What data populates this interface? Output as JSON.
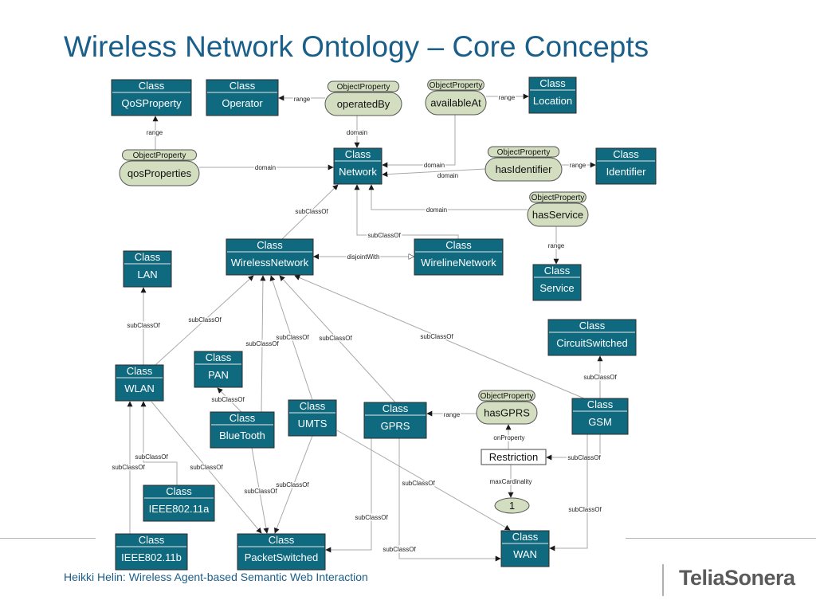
{
  "slide": {
    "title": "Wireless Network Ontology – Core Concepts",
    "footer": "Heikki Helin: Wireless Agent-based Semantic Web Interaction",
    "logo": "TeliaSonera"
  },
  "diagram": {
    "nodes": [
      {
        "id": "QoSProperty",
        "kind": "class",
        "header": "Class",
        "label": "QoSProperty"
      },
      {
        "id": "Operator",
        "kind": "class",
        "header": "Class",
        "label": "Operator"
      },
      {
        "id": "operatedBy",
        "kind": "objectproperty",
        "header": "ObjectProperty",
        "label": "operatedBy"
      },
      {
        "id": "availableAt",
        "kind": "objectproperty",
        "header": "ObjectProperty",
        "label": "availableAt"
      },
      {
        "id": "Location",
        "kind": "class",
        "header": "Class",
        "label": "Location"
      },
      {
        "id": "qosProperties",
        "kind": "objectproperty",
        "header": "ObjectProperty",
        "label": "qosProperties"
      },
      {
        "id": "Network",
        "kind": "class",
        "header": "Class",
        "label": "Network"
      },
      {
        "id": "hasIdentifier",
        "kind": "objectproperty",
        "header": "ObjectProperty",
        "label": "hasIdentifier"
      },
      {
        "id": "Identifier",
        "kind": "class",
        "header": "Class",
        "label": "Identifier"
      },
      {
        "id": "hasService",
        "kind": "objectproperty",
        "header": "ObjectProperty",
        "label": "hasService"
      },
      {
        "id": "WirelessNetwork",
        "kind": "class",
        "header": "Class",
        "label": "WirelessNetwork"
      },
      {
        "id": "WirelineNetwork",
        "kind": "class",
        "header": "Class",
        "label": "WirelineNetwork"
      },
      {
        "id": "LAN",
        "kind": "class",
        "header": "Class",
        "label": "LAN"
      },
      {
        "id": "Service",
        "kind": "class",
        "header": "Class",
        "label": "Service"
      },
      {
        "id": "CircuitSwitched",
        "kind": "class",
        "header": "Class",
        "label": "CircuitSwitched"
      },
      {
        "id": "WLAN",
        "kind": "class",
        "header": "Class",
        "label": "WLAN"
      },
      {
        "id": "PAN",
        "kind": "class",
        "header": "Class",
        "label": "PAN"
      },
      {
        "id": "BlueTooth",
        "kind": "class",
        "header": "Class",
        "label": "BlueTooth"
      },
      {
        "id": "UMTS",
        "kind": "class",
        "header": "Class",
        "label": "UMTS"
      },
      {
        "id": "GPRS",
        "kind": "class",
        "header": "Class",
        "label": "GPRS"
      },
      {
        "id": "hasGPRS",
        "kind": "objectproperty",
        "header": "ObjectProperty",
        "label": "hasGPRS"
      },
      {
        "id": "GSM",
        "kind": "class",
        "header": "Class",
        "label": "GSM"
      },
      {
        "id": "Restriction",
        "kind": "restriction",
        "label": "Restriction"
      },
      {
        "id": "Card1",
        "kind": "literal",
        "label": "1"
      },
      {
        "id": "IEEE80211a",
        "kind": "class",
        "header": "Class",
        "label": "IEEE802.11a"
      },
      {
        "id": "IEEE80211b",
        "kind": "class",
        "header": "Class",
        "label": "IEEE802.11b"
      },
      {
        "id": "PacketSwitched",
        "kind": "class",
        "header": "Class",
        "label": "PacketSwitched"
      },
      {
        "id": "WAN",
        "kind": "class",
        "header": "Class",
        "label": "WAN"
      }
    ],
    "edges": [
      {
        "from": "qosProperties",
        "to": "QoSProperty",
        "label": "range"
      },
      {
        "from": "operatedBy",
        "to": "Operator",
        "label": "range"
      },
      {
        "from": "availableAt",
        "to": "Location",
        "label": "range"
      },
      {
        "from": "operatedBy",
        "to": "Network",
        "label": "domain"
      },
      {
        "from": "qosProperties",
        "to": "Network",
        "label": "domain"
      },
      {
        "from": "availableAt",
        "to": "Network",
        "label": "domain"
      },
      {
        "from": "hasIdentifier",
        "to": "Network",
        "label": "domain"
      },
      {
        "from": "hasIdentifier",
        "to": "Identifier",
        "label": "range"
      },
      {
        "from": "hasService",
        "to": "Network",
        "label": "domain"
      },
      {
        "from": "hasService",
        "to": "Service",
        "label": "range"
      },
      {
        "from": "WirelessNetwork",
        "to": "Network",
        "label": "subClassOf"
      },
      {
        "from": "WirelineNetwork",
        "to": "Network",
        "label": "subClassOf"
      },
      {
        "from": "WirelessNetwork",
        "to": "WirelineNetwork",
        "label": "disjointWith"
      },
      {
        "from": "WLAN",
        "to": "LAN",
        "label": "subClassOf"
      },
      {
        "from": "WLAN",
        "to": "WirelessNetwork",
        "label": "subClassOf"
      },
      {
        "from": "BlueTooth",
        "to": "WirelessNetwork",
        "label": "subClassOf"
      },
      {
        "from": "UMTS",
        "to": "WirelessNetwork",
        "label": "subClassOf"
      },
      {
        "from": "GPRS",
        "to": "WirelessNetwork",
        "label": "subClassOf"
      },
      {
        "from": "GSM",
        "to": "WirelessNetwork",
        "label": "subClassOf"
      },
      {
        "from": "BlueTooth",
        "to": "PAN",
        "label": "subClassOf"
      },
      {
        "from": "GSM",
        "to": "CircuitSwitched",
        "label": "subClassOf"
      },
      {
        "from": "hasGPRS",
        "to": "GPRS",
        "label": "range"
      },
      {
        "from": "Restriction",
        "to": "hasGPRS",
        "label": "onProperty"
      },
      {
        "from": "GSM",
        "to": "Restriction",
        "label": "subClassOf"
      },
      {
        "from": "Restriction",
        "to": "Card1",
        "label": "maxCardinality"
      },
      {
        "from": "IEEE80211a",
        "to": "WLAN",
        "label": "subClassOf"
      },
      {
        "from": "IEEE80211b",
        "to": "WLAN",
        "label": "subClassOf"
      },
      {
        "from": "WLAN",
        "to": "PacketSwitched",
        "label": "subClassOf"
      },
      {
        "from": "BlueTooth",
        "to": "PacketSwitched",
        "label": "subClassOf"
      },
      {
        "from": "UMTS",
        "to": "PacketSwitched",
        "label": "subClassOf"
      },
      {
        "from": "GPRS",
        "to": "PacketSwitched",
        "label": "subClassOf"
      },
      {
        "from": "GPRS",
        "to": "WAN",
        "label": "subClassOf"
      },
      {
        "from": "UMTS",
        "to": "WAN",
        "label": "subClassOf"
      },
      {
        "from": "GSM",
        "to": "WAN",
        "label": "subClassOf"
      }
    ]
  }
}
